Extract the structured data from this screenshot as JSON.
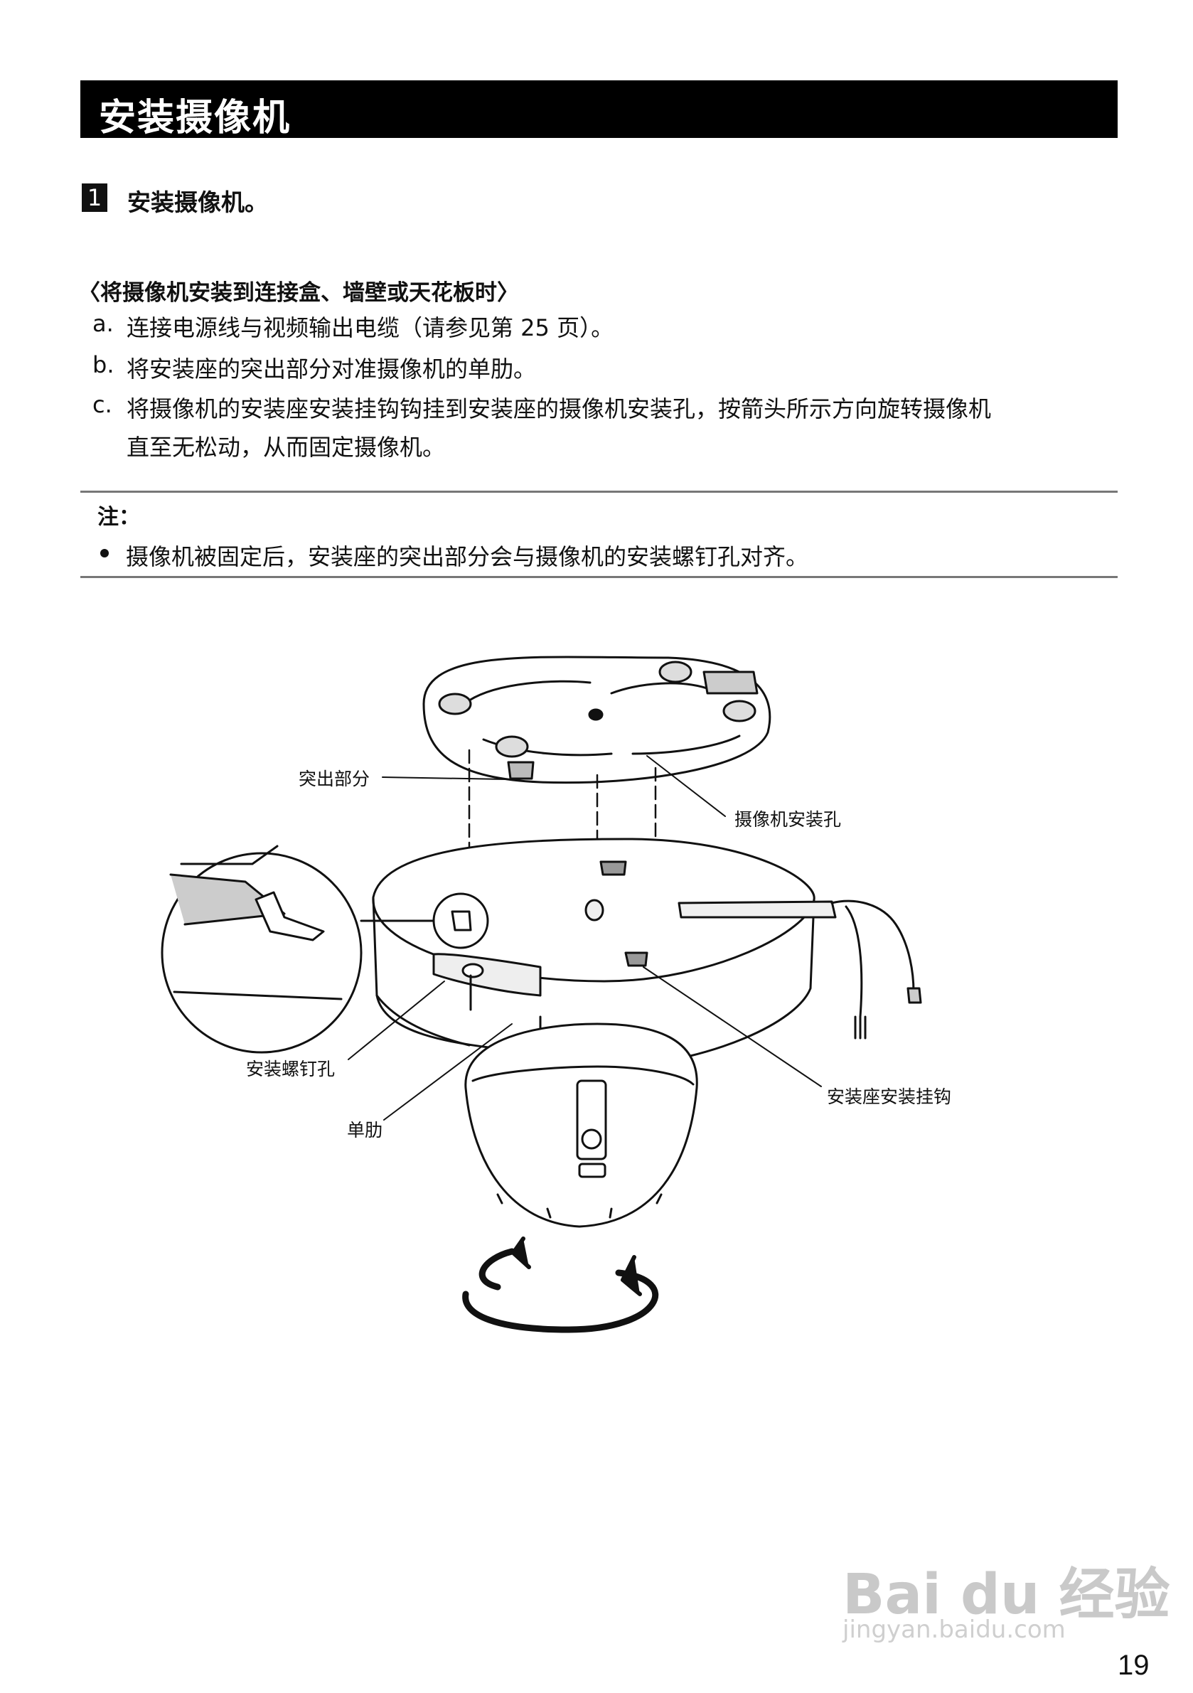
{
  "page": {
    "title": "安装摄像机",
    "page_number": "19"
  },
  "step": {
    "number": "1",
    "text": "安装摄像机。"
  },
  "section": {
    "heading": "〈将摄像机安装到连接盒、墙壁或天花板时〉",
    "items": [
      {
        "label": "a.",
        "text": "连接电源线与视频输出电缆（请参见第 25 页）。"
      },
      {
        "label": "b.",
        "text": "将安装座的突出部分对准摄像机的单肋。"
      },
      {
        "label": "c.",
        "text": "将摄像机的安装座安装挂钩钩挂到安装座的摄像机安装孔，按箭头所示方向旋转摄像机"
      },
      {
        "label": "",
        "text": "直至无松动，从而固定摄像机。"
      }
    ]
  },
  "note": {
    "title": "注：",
    "bullets": [
      "摄像机被固定后，安装座的突出部分会与摄像机的安装螺钉孔对齐。"
    ]
  },
  "figure": {
    "callouts": {
      "protrusion": "突出部分",
      "camera_mount_hole": "摄像机安装孔",
      "mount_screw_hole": "安装螺钉孔",
      "single_rib": "单肋",
      "mount_hook": "安装座安装挂钩"
    }
  },
  "watermark": {
    "brand": "Bai du 经验",
    "url": "jingyan.baidu.com"
  },
  "colors": {
    "title_bar": "#000000",
    "rule": "#777777",
    "watermark": "#c9c9c9"
  }
}
